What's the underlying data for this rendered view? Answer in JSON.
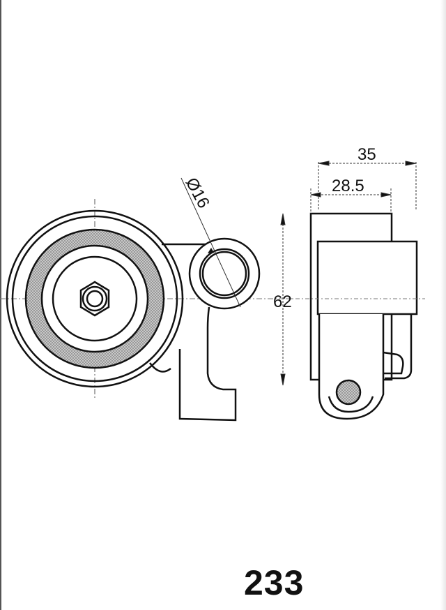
{
  "diagram": {
    "type": "technical-drawing",
    "subject": "timing belt tensioner pulley",
    "part_number": "233",
    "dimensions": {
      "overall_width": "35",
      "body_width": "28.5",
      "height": "62",
      "bore_diameter": "Ø16"
    },
    "colors": {
      "line": "#111111",
      "hatch": "#9a9a9a",
      "background": "#ffffff"
    }
  }
}
